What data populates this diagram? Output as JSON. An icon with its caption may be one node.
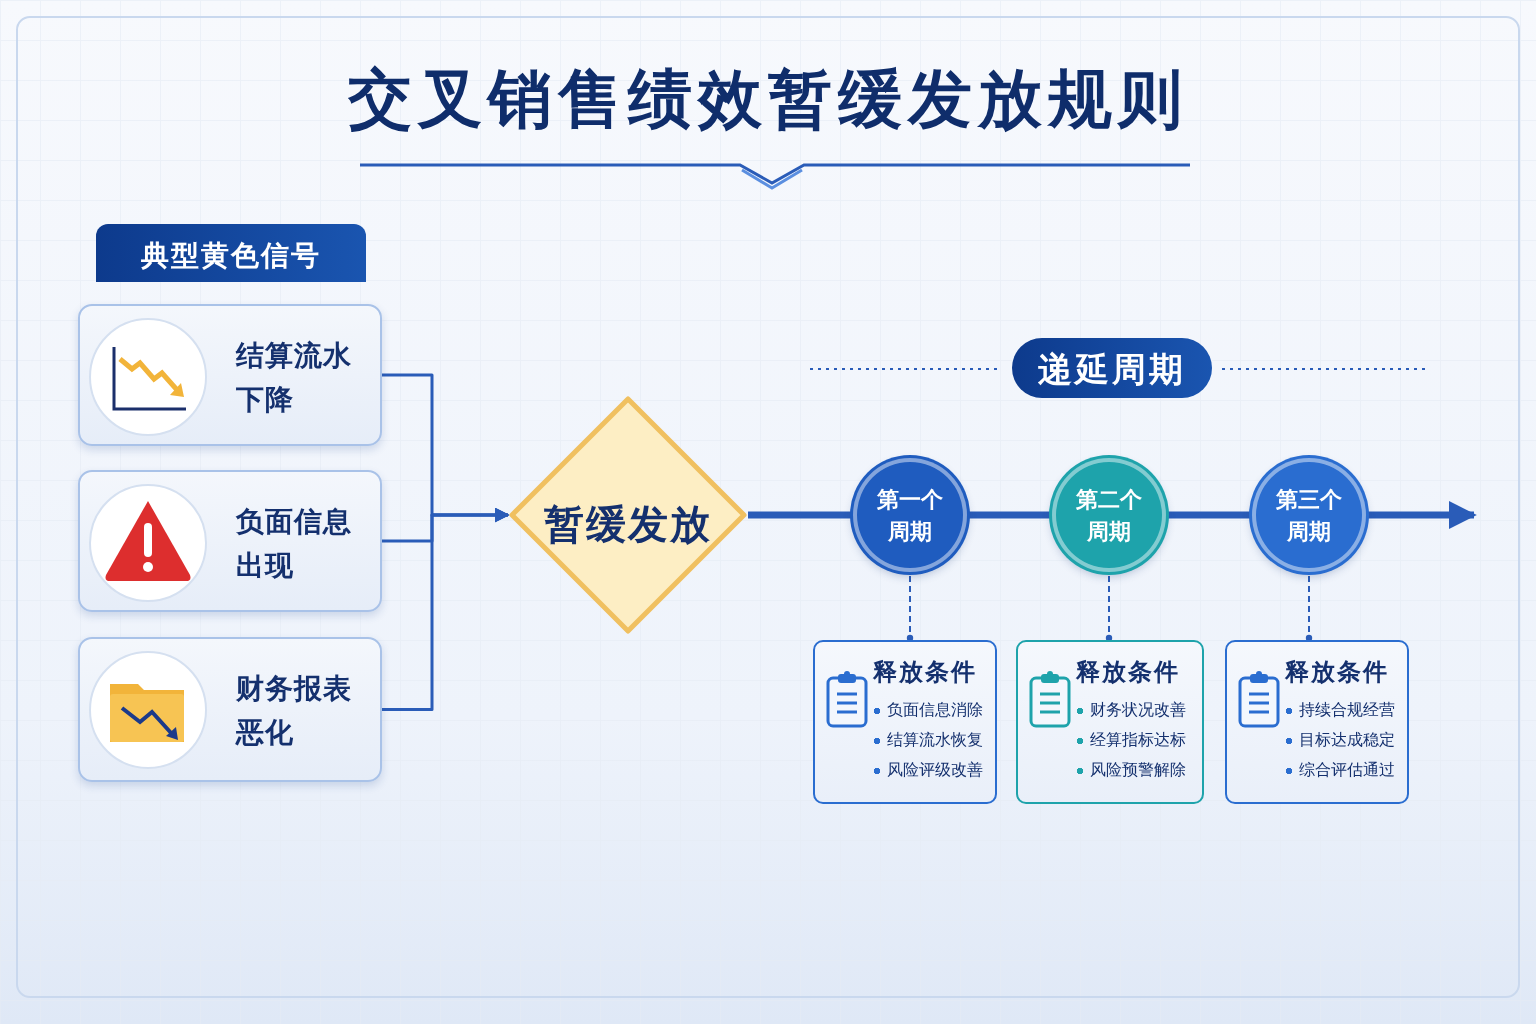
{
  "diagram": {
    "title": "交叉销售绩效暂缓发放规则",
    "nodes": [
      {
        "text": [
          "典型黄色信号"
        ]
      },
      {
        "text": [
          "结算流水下降"
        ]
      },
      {
        "text": [
          "负面信息出现"
        ]
      },
      {
        "text": [
          "财务报表恶化"
        ]
      },
      {
        "text": [
          "暂缓发放"
        ]
      },
      {
        "text": [
          "递延周期"
        ]
      },
      {
        "text": [
          "第一个周期"
        ]
      },
      {
        "text": [
          "第二个周期"
        ]
      },
      {
        "text": [
          "第三个周期"
        ]
      },
      {
        "text": [
          "释放条件",
          "负面信息消除",
          "结算流水恢复",
          "风险评级改善"
        ]
      },
      {
        "text": [
          "释放条件",
          "财务状况改善",
          "经算指标达标",
          "风险预警解除"
        ]
      },
      {
        "text": [
          "释放条件",
          "持续合规经营",
          "目标达成稳定",
          "综合评估通过"
        ]
      }
    ],
    "edges": [
      {
        "from": 1,
        "to": 4,
        "arrow": "to"
      },
      {
        "from": 2,
        "to": 4,
        "arrow": "to"
      },
      {
        "from": 3,
        "to": 4,
        "arrow": "to"
      },
      {
        "from": 4,
        "to": 6,
        "arrow": "none",
        "style": "thick"
      },
      {
        "from": 6,
        "to": 7,
        "arrow": "none",
        "style": "thick"
      },
      {
        "from": 7,
        "to": 8,
        "arrow": "none",
        "style": "thick"
      },
      {
        "from": 8,
        "to": null,
        "arrow": "to",
        "style": "thick"
      },
      {
        "from": 6,
        "to": 9,
        "arrow": "other",
        "style": "dashed"
      },
      {
        "from": 7,
        "to": 10,
        "arrow": "other",
        "style": "dashed"
      },
      {
        "from": 8,
        "to": 11,
        "arrow": "other",
        "style": "dashed"
      }
    ]
  }
}
